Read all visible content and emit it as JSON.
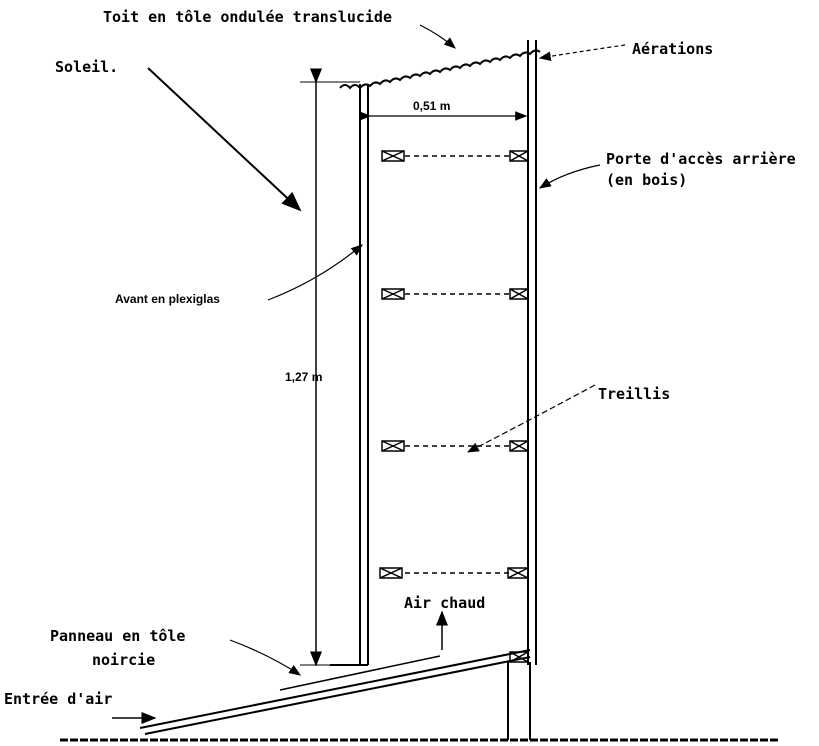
{
  "labels": {
    "roof": "Toit en tôle ondulée translucide",
    "vents": "Aérations",
    "sun": "Soleil.",
    "width": "0,51 m",
    "back_door_1": "Porte d'accès arrière",
    "back_door_2": "(en bois)",
    "front": "Avant en plexiglas",
    "height": "1,27 m",
    "trays": "Treillis",
    "hot_air": "Air chaud",
    "panel_1": "Panneau en tôle",
    "panel_2": "noircie",
    "air_inlet": "Entrée d'air"
  }
}
